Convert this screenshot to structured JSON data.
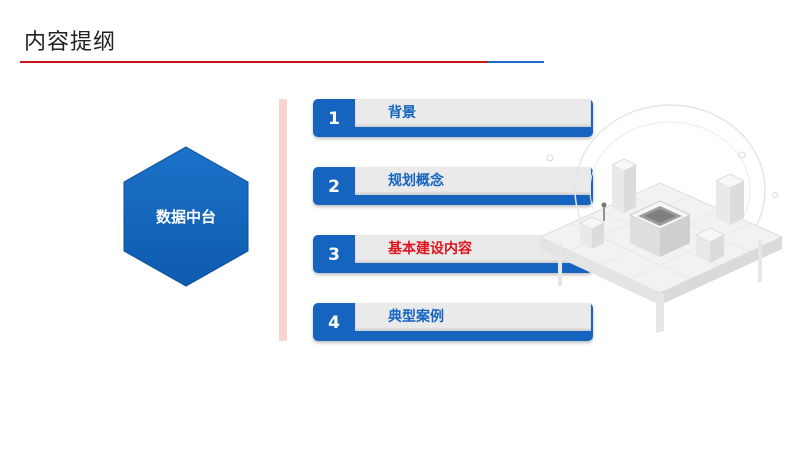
{
  "header": {
    "title": "内容提纲"
  },
  "hexagon": {
    "label": "数据中台"
  },
  "menu": [
    {
      "number": "1",
      "label": "背景"
    },
    {
      "number": "2",
      "label": "规划概念"
    },
    {
      "number": "3",
      "label": "基本建设内容",
      "active": true
    },
    {
      "number": "4",
      "label": "典型案例"
    }
  ],
  "colors": {
    "primary": "#1565c0",
    "accent_red": "#e0141e",
    "rule_red": "#c8161d",
    "rule_blue": "#1a6fc9"
  }
}
